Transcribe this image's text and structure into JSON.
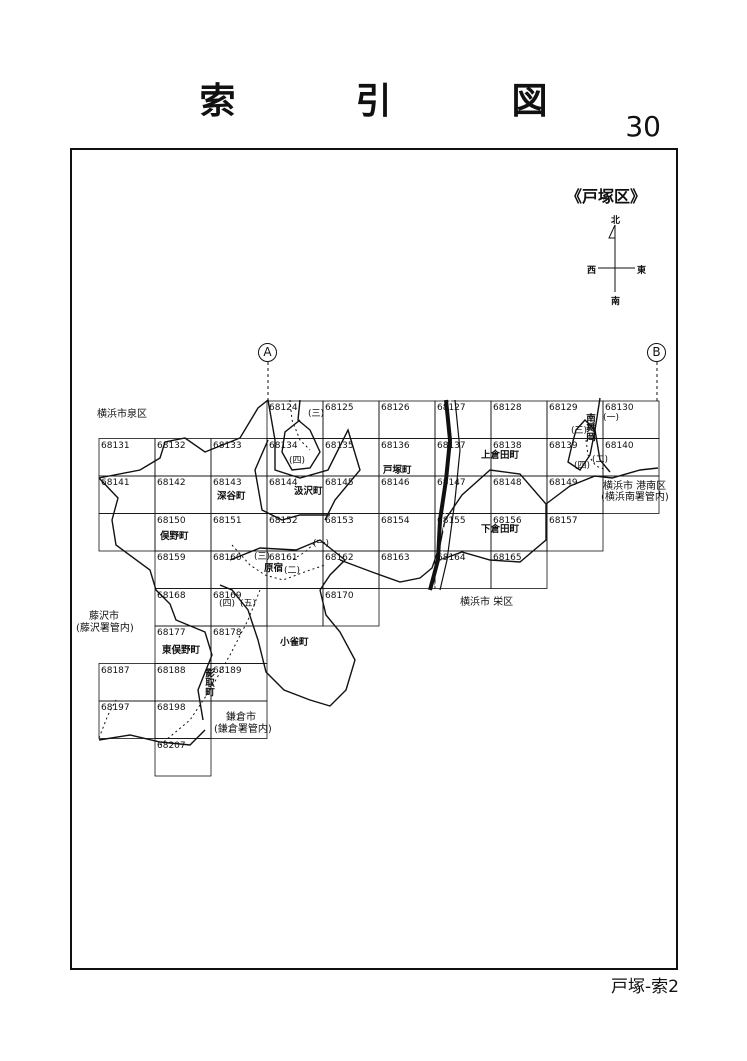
{
  "page": {
    "title": "索　引　図",
    "number": "30",
    "ward_label": "《戸塚区》",
    "footer": "戸塚-索2"
  },
  "compass": {
    "north": "北",
    "south": "南",
    "east": "東",
    "west": "西"
  },
  "markers": {
    "a": "A",
    "b": "B"
  },
  "sheets": [
    "68124",
    "68125",
    "68126",
    "68127",
    "68128",
    "68129",
    "68130",
    "68131",
    "68132",
    "68133",
    "68134",
    "68135",
    "68136",
    "68137",
    "68138",
    "68139",
    "68140",
    "68141",
    "68142",
    "68143",
    "68144",
    "68145",
    "68146",
    "68147",
    "68148",
    "68149",
    "68150",
    "68151",
    "68152",
    "68153",
    "68154",
    "68155",
    "68156",
    "68157",
    "68159",
    "68160",
    "68161",
    "68162",
    "68163",
    "68164",
    "68165",
    "68168",
    "68169",
    "68170",
    "68177",
    "68178",
    "68187",
    "68188",
    "68189",
    "68197",
    "68198",
    "68207"
  ],
  "places": {
    "fukaya": "深谷町",
    "kyuzawa": "汲沢町",
    "totsuka": "戸塚町",
    "kamikurata": "上倉田町",
    "shimokurata": "下倉田町",
    "matano": "俣野町",
    "harajuku": "原宿",
    "higashimatano": "東俣野町",
    "kosuzume": "小雀町",
    "kagetori": "影取町",
    "minamimaioka": "南舞岡"
  },
  "areas": {
    "izumi": "横浜市泉区",
    "konan_1": "横浜市 港南区",
    "konan_2": "(横浜南署管内)",
    "sakae": "横浜市 栄区",
    "fujisawa_1": "藤沢市",
    "fujisawa_2": "(藤沢署管内)",
    "kamakura_1": "鎌倉市",
    "kamakura_2": "(鎌倉署管内)"
  },
  "subdivisions": {
    "one": "(一)",
    "two": "(二)",
    "three": "(三)",
    "four": "(四)",
    "five": "(五)"
  }
}
